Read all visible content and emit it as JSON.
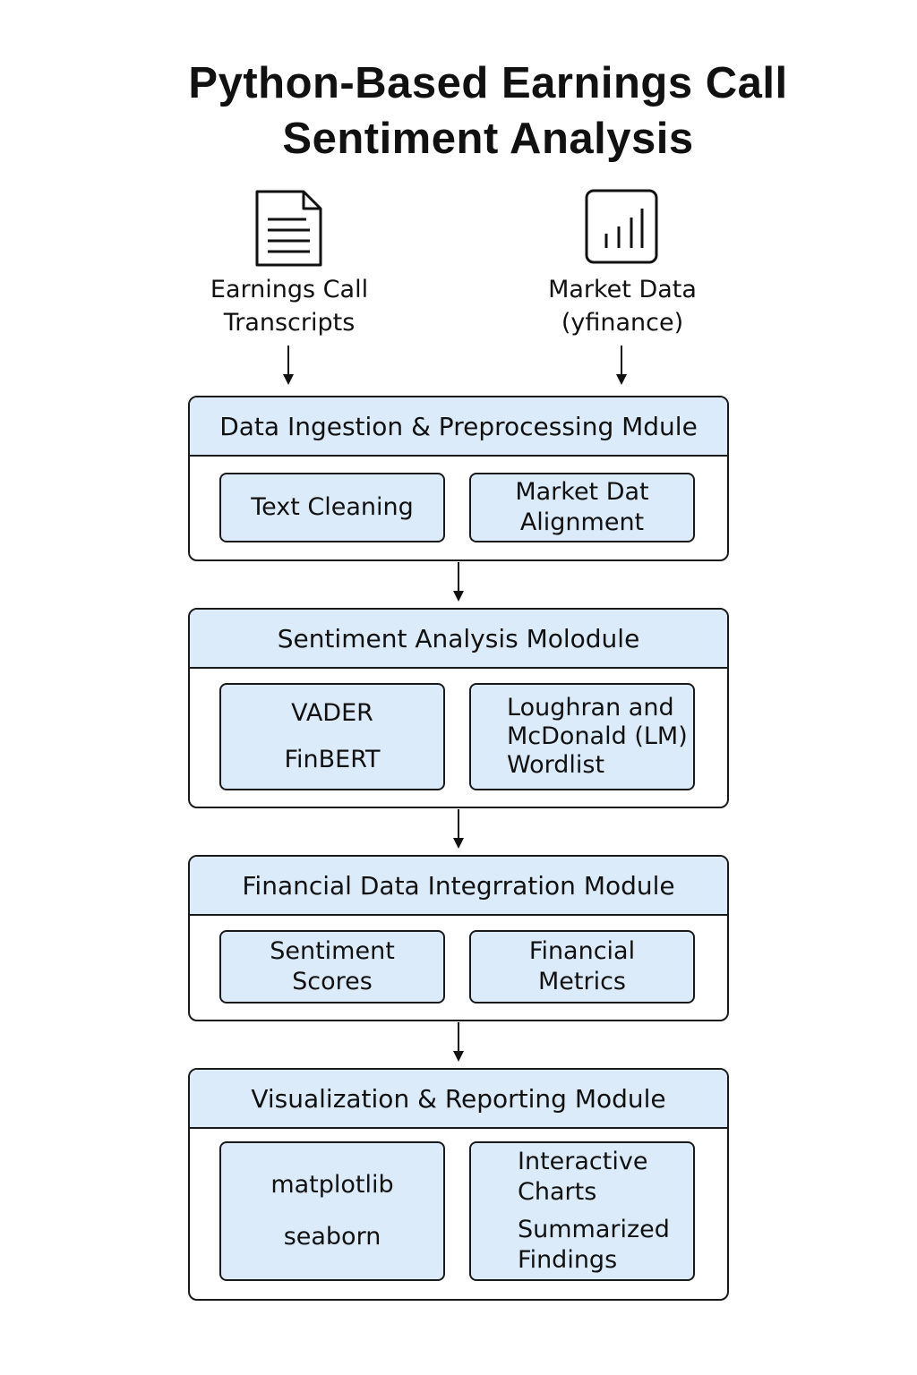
{
  "title": "Python-Based Earnings Call\nSentiment Analysis",
  "sources": [
    {
      "label": "Earnings Call\nTranscripts",
      "icon": "document-icon"
    },
    {
      "label": "Market Data\n(yfinance)",
      "icon": "bar-chart-icon"
    }
  ],
  "modules": [
    {
      "title": "Data Ingestion & Preprocessing Mdule",
      "items": [
        {
          "lines": [
            "Text Cleaning"
          ]
        },
        {
          "lines": [
            "Market Dat\nAlignment"
          ]
        }
      ]
    },
    {
      "title": "Sentiment Analysis Molodule",
      "items": [
        {
          "lines": [
            "VADER",
            "FinBERT"
          ]
        },
        {
          "lines": [
            "Loughran and\nMcDonald (LM)\nWordlist"
          ]
        }
      ]
    },
    {
      "title": "Financial Data Integrration Module",
      "items": [
        {
          "lines": [
            "Sentiment\nScores"
          ]
        },
        {
          "lines": [
            "Financial\nMetrics"
          ]
        }
      ]
    },
    {
      "title": "Visualization & Reporting Module",
      "items": [
        {
          "lines": [
            "matplotlib",
            "seaborn"
          ]
        },
        {
          "lines": [
            "Interactive\nCharts",
            "Summarized\nFindings"
          ]
        }
      ]
    }
  ],
  "colors": {
    "module_fill": "#dcebfa",
    "stroke": "#1a1a1a"
  }
}
